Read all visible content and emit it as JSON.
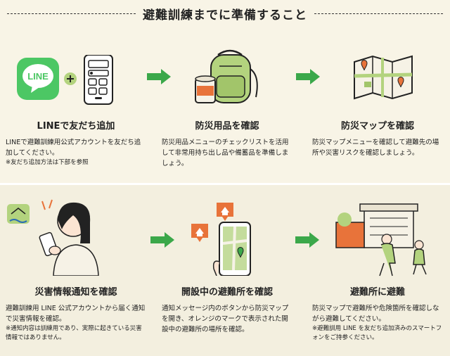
{
  "title": "避難訓練までに準備すること",
  "colors": {
    "green": "#3ba84a",
    "line_green": "#4cc764",
    "bag_green": "#b3d37e",
    "orange": "#e8733a",
    "bg": "#f8f4e6"
  },
  "steps": [
    {
      "heading": "LINEで友だち追加",
      "body": "LINEで避難訓練用公式アカウントを友だち追加してください。",
      "note": "※友だち追加方法は下部を参照",
      "icon": "line-app-icon",
      "line_logo_text": "LINE"
    },
    {
      "heading": "防災用品を確認",
      "body": "防災用品メニューのチェックリストを活用して非常用持ち出し品や備蓄品を準備しましょう。",
      "icon": "backpack-icon"
    },
    {
      "heading": "防災マップを確認",
      "body": "防災マップメニューを確認して避難先の場所や災害リスクを確認しましょう。",
      "icon": "map-icon"
    },
    {
      "heading": "災害情報通知を確認",
      "body": "避難訓練用 LINE 公式アカウントから届く通知で災害情報を確認。",
      "note": "※通知内容は訓練用であり、実際に起きている災害情報ではありません。",
      "icon": "phone-notification-icon"
    },
    {
      "heading": "開設中の避難所を確認",
      "body": "通知メッセージ内のボタンから防災マップを開き、オレンジのマークで表示された開設中の避難所の場所を確認。",
      "icon": "shelter-map-icon"
    },
    {
      "heading": "避難所に避難",
      "body": "防災マップで避難所や危険箇所を確認しながら避難してください。",
      "note": "※避難訓用 LINE を友だち追加済みのスマートフォンをご持参ください。",
      "icon": "evacuation-icon"
    }
  ]
}
